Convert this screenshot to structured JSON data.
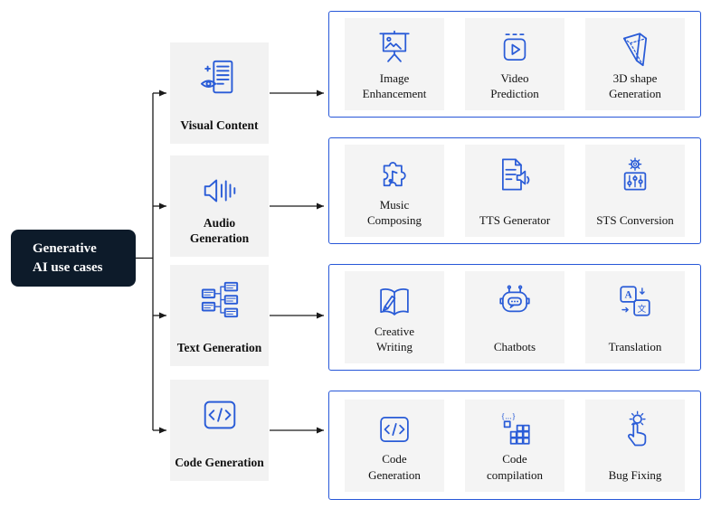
{
  "colors": {
    "accent": "#2a5cd7",
    "box_border": "#2757d8",
    "root_bg": "#0d1b2a",
    "card_bg": "#f2f2f2",
    "tile_bg": "#f4f4f4",
    "connector": "#1a1a1a"
  },
  "root": {
    "line1": "Generative",
    "line2": "AI use cases"
  },
  "categories": [
    {
      "label": "Visual Content",
      "icon": "document-eye-icon"
    },
    {
      "label": "Audio Generation",
      "icon": "speaker-waves-icon"
    },
    {
      "label": "Text Generation",
      "icon": "text-blocks-icon"
    },
    {
      "label": "Code Generation",
      "icon": "code-brackets-icon"
    }
  ],
  "groups": [
    {
      "items": [
        {
          "label": "Image Enhancement",
          "icon": "presentation-image-icon"
        },
        {
          "label": "Video Prediction",
          "icon": "video-play-icon"
        },
        {
          "label": "3D shape Generation",
          "icon": "prism-icon"
        }
      ]
    },
    {
      "items": [
        {
          "label": "Music Composing",
          "icon": "puzzle-note-icon"
        },
        {
          "label": "TTS Generator",
          "icon": "document-speaker-icon"
        },
        {
          "label": "STS Conversion",
          "icon": "gear-sliders-icon"
        }
      ]
    },
    {
      "items": [
        {
          "label": "Creative Writing",
          "icon": "book-pen-icon"
        },
        {
          "label": "Chatbots",
          "icon": "robot-chat-icon"
        },
        {
          "label": "Translation",
          "icon": "translate-icon"
        }
      ]
    },
    {
      "items": [
        {
          "label": "Code Generation",
          "icon": "code-brackets-icon"
        },
        {
          "label": "Code compilation",
          "icon": "braces-grid-icon"
        },
        {
          "label": "Bug Fixing",
          "icon": "hand-bug-icon"
        }
      ]
    }
  ]
}
